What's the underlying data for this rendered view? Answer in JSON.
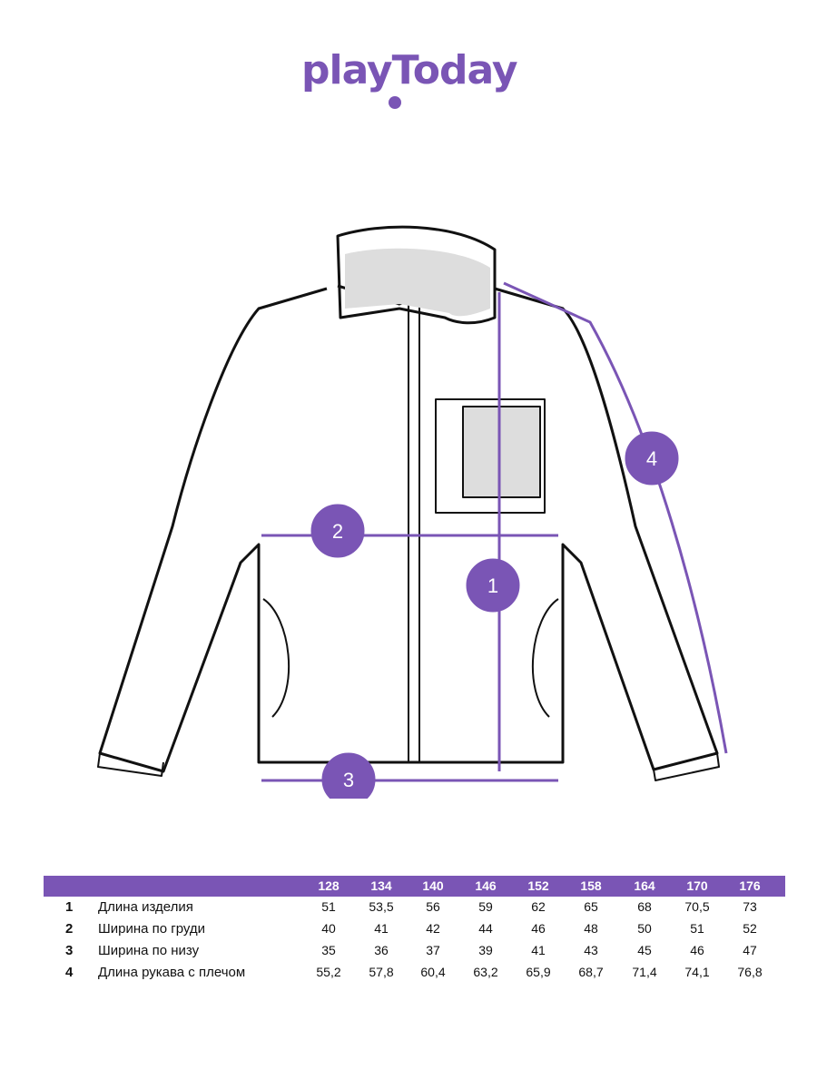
{
  "brand": {
    "logo_text": "playToday",
    "color": "#7a55b5"
  },
  "markers": [
    "1",
    "2",
    "3",
    "4"
  ],
  "size_table": {
    "sizes": [
      "128",
      "134",
      "140",
      "146",
      "152",
      "158",
      "164",
      "170",
      "176"
    ],
    "rows": [
      {
        "num": "1",
        "label": "Длина изделия",
        "values": [
          "51",
          "53,5",
          "56",
          "59",
          "62",
          "65",
          "68",
          "70,5",
          "73"
        ]
      },
      {
        "num": "2",
        "label": "Ширина по груди",
        "values": [
          "40",
          "41",
          "42",
          "44",
          "46",
          "48",
          "50",
          "51",
          "52"
        ]
      },
      {
        "num": "3",
        "label": "Ширина по низу",
        "values": [
          "35",
          "36",
          "37",
          "39",
          "41",
          "43",
          "45",
          "46",
          "47"
        ]
      },
      {
        "num": "4",
        "label": "Длина рукава с плечом",
        "values": [
          "55,2",
          "57,8",
          "60,4",
          "63,2",
          "65,9",
          "68,7",
          "71,4",
          "74,1",
          "76,8"
        ]
      }
    ]
  }
}
